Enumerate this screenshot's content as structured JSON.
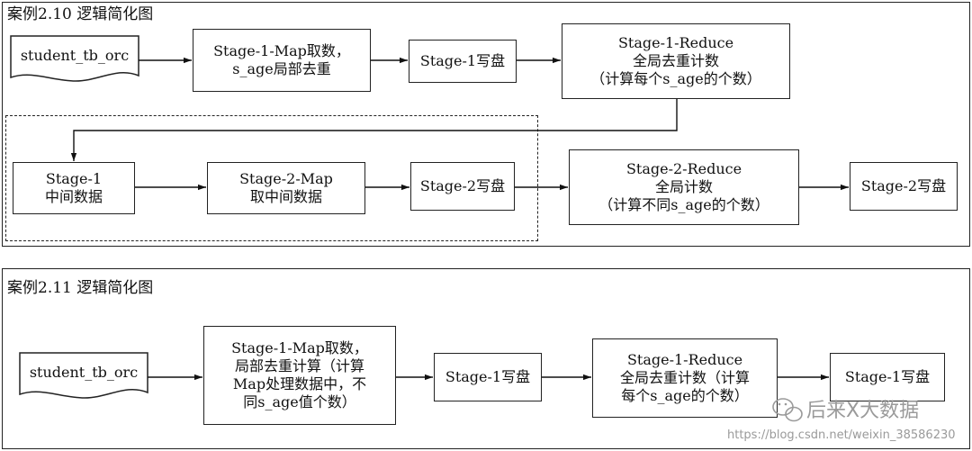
{
  "case_2_10": {
    "title": "案例2.10  逻辑简化图",
    "source": "student_tb_orc",
    "stage1_map": [
      "Stage-1-Map取数，",
      "s_age局部去重"
    ],
    "stage1_write": "Stage-1写盘",
    "stage1_reduce": [
      "Stage-1-Reduce",
      "全局去重计数",
      "（计算每个s_age的个数）"
    ],
    "stage1_intermediate": [
      "Stage-1",
      "中间数据"
    ],
    "stage2_map": [
      "Stage-2-Map",
      "取中间数据"
    ],
    "stage2_write_a": "Stage-2写盘",
    "stage2_reduce": [
      "Stage-2-Reduce",
      "全局计数",
      "（计算不同s_age的个数）"
    ],
    "stage2_write_b": "Stage-2写盘"
  },
  "case_2_11": {
    "title": "案例2.11  逻辑简化图",
    "source": "student_tb_orc",
    "stage1_map": [
      "Stage-1-Map取数，",
      "局部去重计算（计算",
      "Map处理数据中，不",
      "同s_age值个数）"
    ],
    "stage1_write": "Stage-1写盘",
    "stage1_reduce": [
      "Stage-1-Reduce",
      "全局去重计数（计算",
      "每个s_age的个数）"
    ],
    "stage1_write_final": "Stage-1写盘"
  },
  "watermark": {
    "brand": "后来X大数据",
    "url": "https://blog.csdn.net/weixin_38586230"
  }
}
